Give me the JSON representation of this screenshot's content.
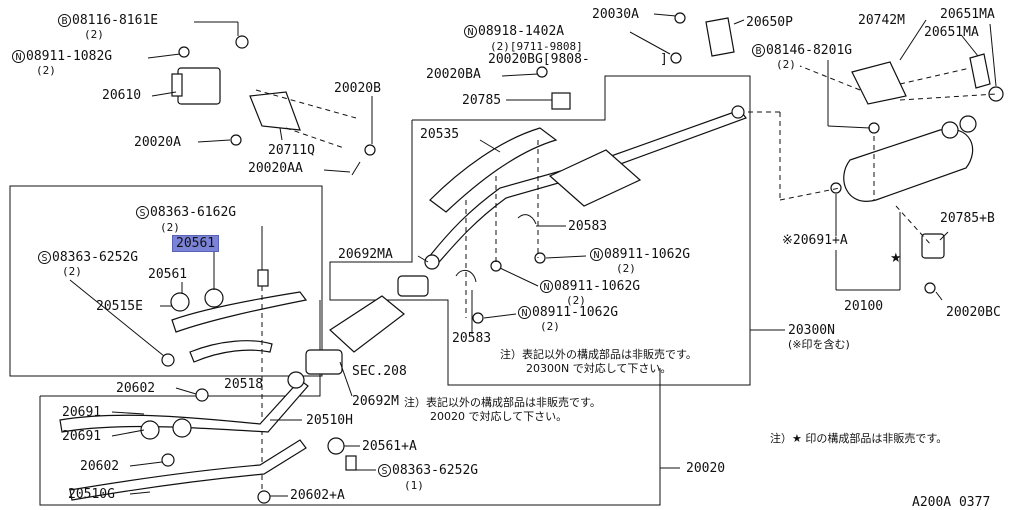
{
  "diagram": {
    "footer_code": "A200A 0377",
    "labels": {
      "b08116": "08116-8161E",
      "b08116_qty": "(2)",
      "n08911_1082g": "08911-1082G",
      "n08911_1082g_qty": "(2)",
      "p20610": "20610",
      "p20020a": "20020A",
      "p20711q": "20711Q",
      "p20020b": "20020B",
      "p20020aa": "20020AA",
      "s08363_6162g": "08363-6162G",
      "s08363_6162g_qty": "(2)",
      "p20561_hl": "20561",
      "s08363_6252g": "08363-6252G",
      "s08363_6252g_qty": "(2)",
      "p20561": "20561",
      "p20515e": "20515E",
      "p20602": "20602",
      "p20518": "20518",
      "p20691_a": "20691",
      "p20691_b": "20691",
      "p20602_b": "20602",
      "p20510g": "20510G",
      "p20602a": "20602+A",
      "p20510h": "20510H",
      "p20561a": "20561+A",
      "s08363_6252g_b": "08363-6252G",
      "s08363_6252g_b_qty": "(1)",
      "p20020": "20020",
      "p20692m": "20692M",
      "sec208": "SEC.208",
      "p20692ma": "20692MA",
      "p20535": "20535",
      "p20583_a": "20583",
      "p20583_b": "20583",
      "n08911_1062g_a": "08911-1062G",
      "n08911_1062g_a_qty": "(2)",
      "n08911_1062g_b": "08911-1062G",
      "n08911_1062g_b_qty": "(2)",
      "n08911_1062g_c": "08911-1062G",
      "n08911_1062g_c_qty": "(2)",
      "p20300n": "20300N",
      "p20300n_sub": "(※印を含む)",
      "p20030a": "20030A",
      "n08918": "08918-1402A",
      "n08918_qty": "(2)[9711-9808]",
      "p20020bg": "20020BG[9808-",
      "p20020bg_close": "]",
      "p20020ba": "20020BA",
      "p20785": "20785",
      "p20650p": "20650P",
      "p20742m": "20742M",
      "p20651ma_a": "20651MA",
      "p20651ma_b": "20651MA",
      "b08146": "08146-8201G",
      "b08146_qty": "(2)",
      "p20691a": "※20691+A",
      "p20785b": "20785+B",
      "p20100": "20100",
      "p20020bc": "20020BC",
      "star_mark": "★",
      "circle_b": "B",
      "circle_n": "N",
      "circle_s": "S"
    },
    "notes": {
      "note_20300n_1": "注）表記以外の構成部品は非販売です。",
      "note_20300n_2": "20300N で対応して下さい。",
      "note_20020_1": "注）表記以外の構成部品は非販売です。",
      "note_20020_2": "20020 で対応して下さい。",
      "note_star": "注）★ 印の構成部品は非販売です。"
    }
  }
}
